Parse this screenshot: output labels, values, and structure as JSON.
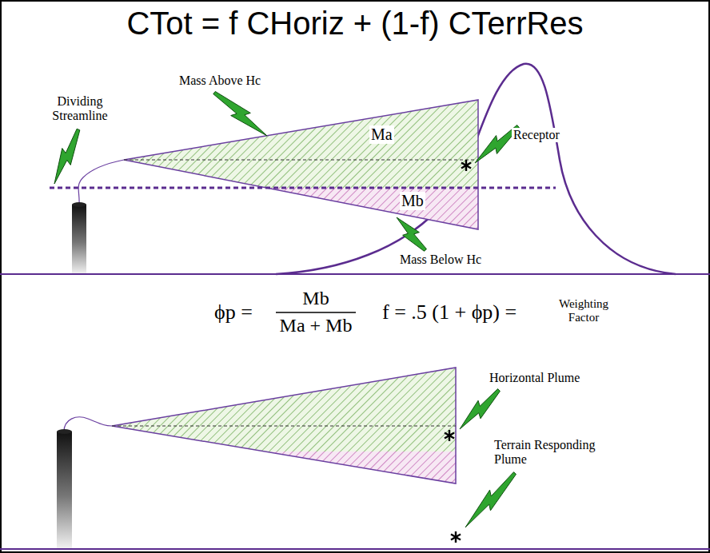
{
  "diagram": {
    "title": "CTot = f CHoriz + (1-f) CTerrRes",
    "labels": [
      "Dividing Streamline",
      "Mass Above Hc",
      "Ma",
      "Receptor",
      "Mb",
      "Mass Below Hc",
      "ϕp =",
      "Mb",
      "Ma + Mb",
      "f = .5 (1 + ϕp) =",
      "Weighting Factor",
      "Horizontal Plume",
      "Terrain Responding Plume"
    ]
  }
}
